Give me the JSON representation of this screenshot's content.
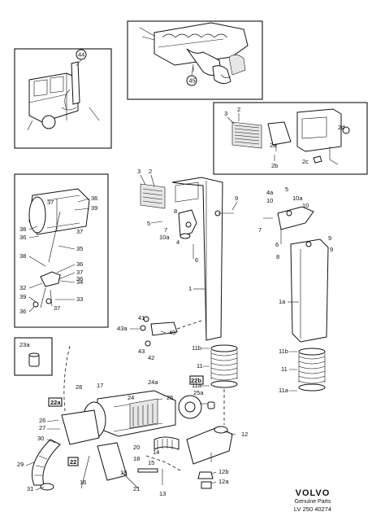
{
  "brand": {
    "logo": "VOLVO",
    "subtitle": "Genuine Parts",
    "drawing_number": "LV 250 40274"
  },
  "callouts": {
    "p45": "45",
    "p44": "44",
    "p2a": "2",
    "p3a": "3",
    "p2d": "2d",
    "p2a_sub": "2a",
    "p2b": "2b",
    "p2c": "2c",
    "p3": "3",
    "p2": "2",
    "p9a": "9",
    "p8": "8",
    "p5": "5",
    "p7": "7",
    "p10a": "10a",
    "p4": "4",
    "p6": "6",
    "p1": "1",
    "p4a": "4a",
    "p5b": "5",
    "p10": "10",
    "p10a_r": "10a",
    "p10_r": "10",
    "p7b": "7",
    "p6b": "6",
    "p9b": "9",
    "p8b": "8",
    "p9c": "9",
    "p1a": "1a",
    "p36a": "36",
    "p37a": "37",
    "p39": "39",
    "p38a": "38",
    "p37b": "37",
    "p36b": "36",
    "p35": "35",
    "p38b": "38",
    "p36c": "36",
    "p37c": "37",
    "p34": "34",
    "p32": "32",
    "p36d": "36",
    "p39b": "39",
    "p33": "33",
    "p36e": "36",
    "p37d": "37",
    "p41": "41",
    "p43a": "43a",
    "p40": "40",
    "p43": "43",
    "p42": "42",
    "p23a": "23a",
    "p11b": "11b",
    "p11": "11",
    "p11a": "11a",
    "p11b_r": "11b",
    "p11_r": "11",
    "p11a_r": "11a",
    "p28": "28",
    "p17": "17",
    "p24a": "24a",
    "p22b": "22b",
    "p25a": "25a",
    "p25": "25",
    "p24": "24",
    "p22a": "22a",
    "p26": "26",
    "p27": "27",
    "p30": "30",
    "p29": "29",
    "p22": "22",
    "p31": "31",
    "p16": "16",
    "p20": "20",
    "p18": "18",
    "p19": "19",
    "p14": "14",
    "p15": "15",
    "p21": "21",
    "p12": "12",
    "p12b": "12b",
    "p12a": "12a",
    "p13": "13"
  }
}
